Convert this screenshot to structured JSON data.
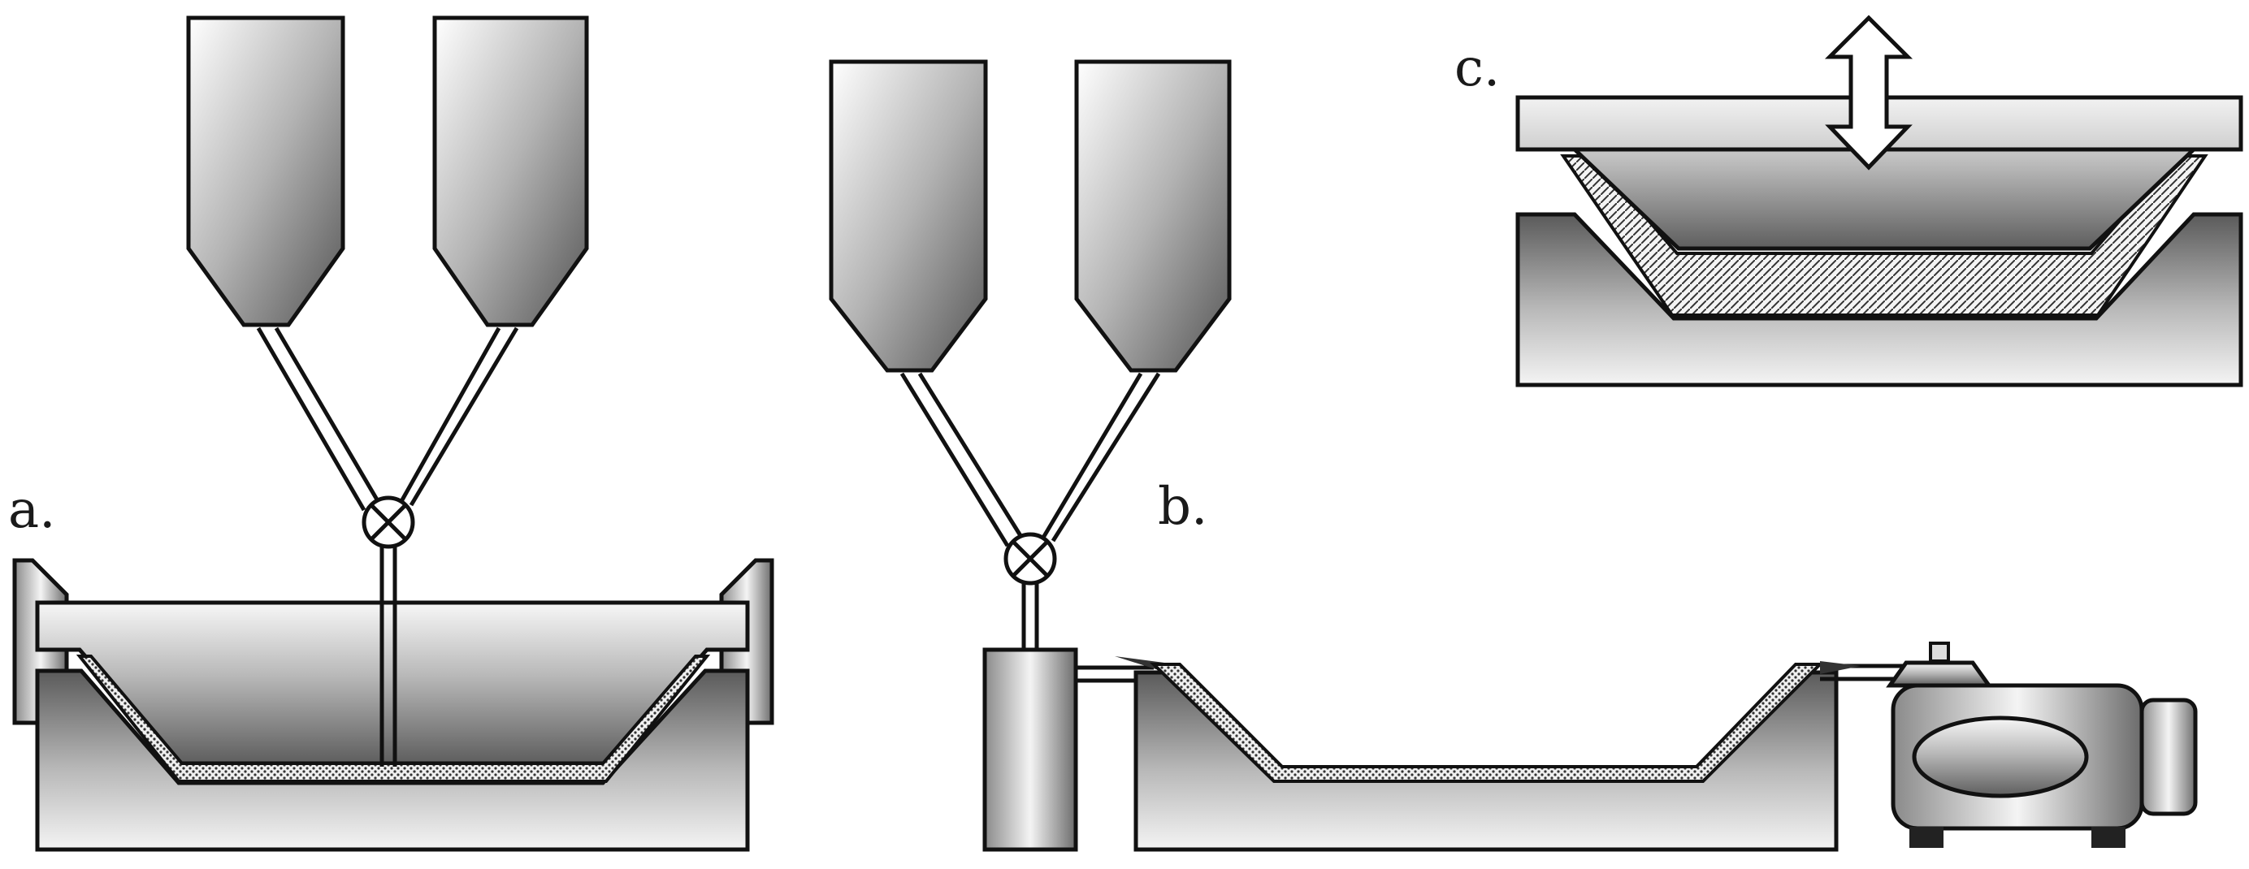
{
  "labels": {
    "panel_a": "a.",
    "panel_b": "b.",
    "panel_c": "c."
  },
  "colors": {
    "outline": "#111111",
    "metal_dark": "#6e6e6e",
    "metal_light": "#f2f2f2",
    "background": "#ffffff"
  },
  "icons": [
    "valve-icon",
    "up-down-arrow-icon"
  ]
}
